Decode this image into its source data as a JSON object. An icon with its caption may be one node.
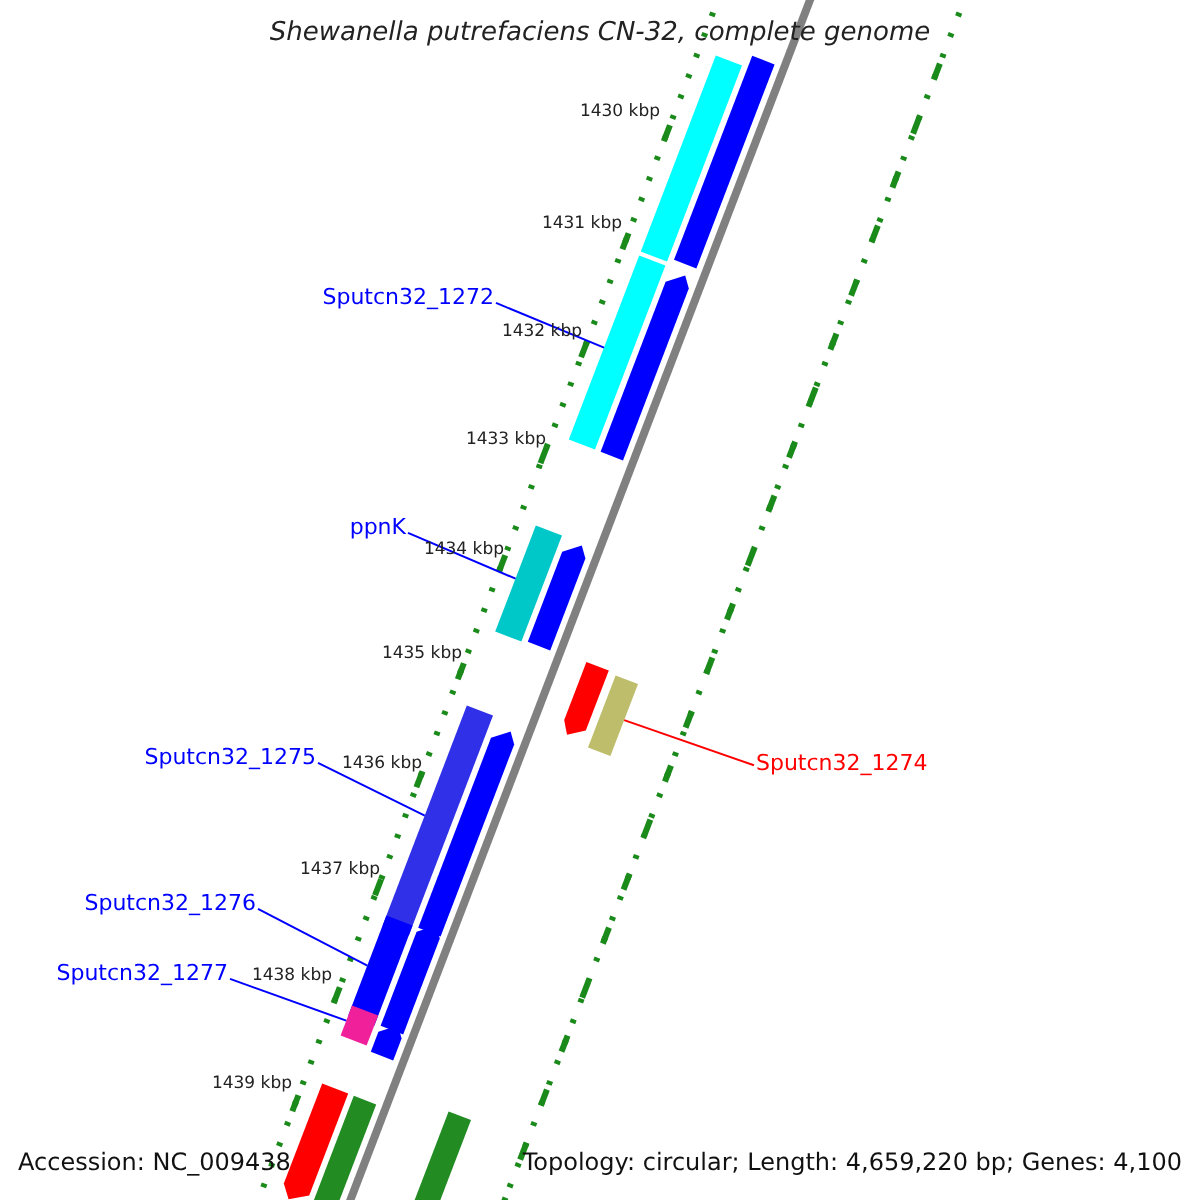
{
  "diagram": {
    "title": "Shewanella putrefaciens CN-32, complete genome",
    "nodes": [
      {
        "text": [
          "Sputcn32_1272"
        ]
      },
      {
        "text": [],
        "shape": "bar"
      },
      {
        "text": [
          "ppnK"
        ]
      },
      {
        "text": [],
        "shape": "bar"
      },
      {
        "text": [
          "Sputcn32_1274"
        ]
      },
      {
        "text": [],
        "shape": "bar"
      },
      {
        "text": [
          "Sputcn32_1275"
        ]
      },
      {
        "text": [],
        "shape": "bar"
      },
      {
        "text": [
          "Sputcn32_1276"
        ]
      },
      {
        "text": [],
        "shape": "bar"
      },
      {
        "text": [
          "Sputcn32_1277"
        ]
      },
      {
        "text": [],
        "shape": "bar"
      },
      {
        "text": [],
        "shape": "bar"
      },
      {
        "text": [],
        "shape": "bar"
      },
      {
        "text": [],
        "shape": "bar"
      },
      {
        "text": [],
        "shape": "bar"
      },
      {
        "text": [],
        "shape": "bar"
      },
      {
        "text": [],
        "shape": "bar"
      },
      {
        "text": [],
        "shape": "bar"
      },
      {
        "text": [],
        "shape": "bar"
      },
      {
        "text": [],
        "shape": "bar"
      },
      {
        "text": [],
        "shape": "bar"
      },
      {
        "text": [],
        "shape": "bar"
      }
    ],
    "edges": [
      {
        "from": 0,
        "to": 1,
        "arrow": "none"
      },
      {
        "from": 2,
        "to": 3,
        "arrow": "none"
      },
      {
        "from": 4,
        "to": 5,
        "arrow": "none",
        "color": "#ff0000"
      },
      {
        "from": 6,
        "to": 7,
        "arrow": "none"
      },
      {
        "from": 8,
        "to": 9,
        "arrow": "none"
      },
      {
        "from": 10,
        "to": 11,
        "arrow": "none"
      }
    ],
    "labels": [
      "1430 kbp",
      "1431 kbp",
      "1432 kbp",
      "1433 kbp",
      "1434 kbp",
      "1435 kbp",
      "1436 kbp",
      "1437 kbp",
      "1438 kbp",
      "1439 kbp",
      "Accession: NC_009438",
      "Topology: circular; Length: 4,659,220 bp; Genes: 4,100"
    ]
  }
}
